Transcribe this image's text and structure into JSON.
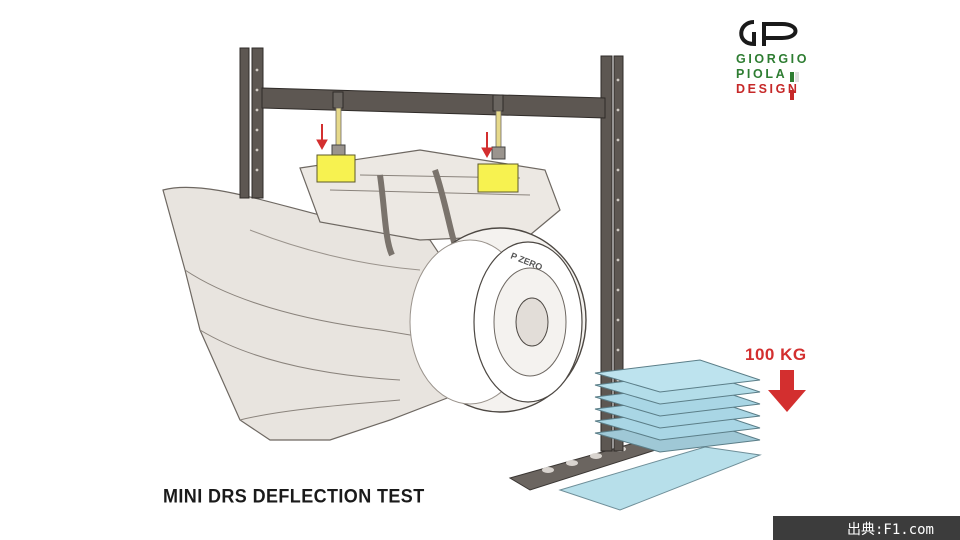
{
  "logo": {
    "line1": "GIORGIO",
    "line2": "PIOLA",
    "line3": "DESIGN",
    "colors": {
      "green": "#2e7d32",
      "white": "#ffffff",
      "red": "#c62828"
    }
  },
  "load_label": "100 KG",
  "title": "MINI DRS  DEFLECTION TEST",
  "source_caption": "出典:F1.com",
  "colors": {
    "arrow_red": "#d32f2f",
    "jack_yellow": "#f7f250",
    "frame_gray": "#5d5752",
    "plate_blue": "#a9d6e5"
  }
}
